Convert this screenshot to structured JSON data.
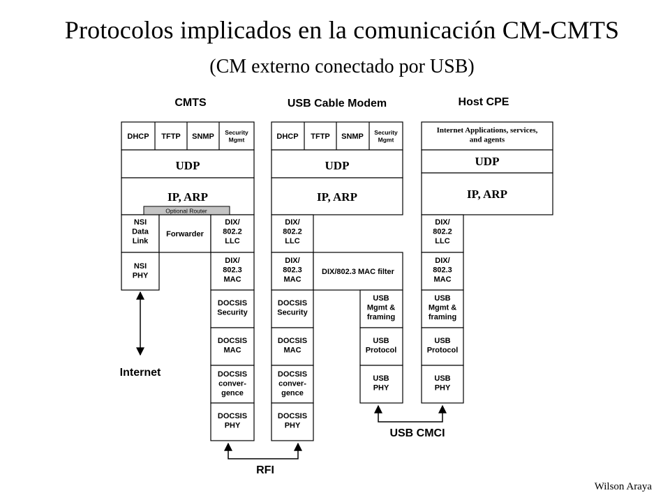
{
  "title": "Protocolos implicados en la comunicación CM-CMTS",
  "subtitle": "(CM externo conectado por USB)",
  "author": "Wilson Araya",
  "columns": {
    "cmts": "CMTS",
    "cm": "USB Cable Modem",
    "host": "Host CPE"
  },
  "cmts": {
    "apps": [
      "DHCP",
      "TFTP",
      "SNMP",
      "Security\nMgmt"
    ],
    "udp": "UDP",
    "ip": "IP, ARP",
    "router": "Optional Router",
    "nsi_datalink": "NSI\nData\nLink",
    "forwarder": "Forwarder",
    "llc": "DIX/\n802.2\nLLC",
    "nsi_phy": "NSI\nPHY",
    "mac": "DIX/\n802.3\nMAC",
    "docsis_security": "DOCSIS\nSecurity",
    "docsis_mac": "DOCSIS\nMAC",
    "docsis_conv": "DOCSIS\nconver-\ngence",
    "docsis_phy": "DOCSIS\nPHY"
  },
  "cm": {
    "apps": [
      "DHCP",
      "TFTP",
      "SNMP",
      "Security\nMgmt"
    ],
    "udp": "UDP",
    "ip": "IP, ARP",
    "llc": "DIX/\n802.2\nLLC",
    "mac": "DIX/\n802.3\nMAC",
    "mac_filter": "DIX/802.3 MAC filter",
    "docsis_security": "DOCSIS\nSecurity",
    "docsis_mac": "DOCSIS\nMAC",
    "docsis_conv": "DOCSIS\nconver-\ngence",
    "docsis_phy": "DOCSIS\nPHY",
    "usb_mgmt": "USB\nMgmt  &\nframing",
    "usb_protocol": "USB\nProtocol",
    "usb_phy": "USB\nPHY"
  },
  "host": {
    "apps": "Internet Applications, services,\nand agents",
    "udp": "UDP",
    "ip": "IP, ARP",
    "llc": "DIX/\n802.2\nLLC",
    "mac": "DIX/\n802.3\nMAC",
    "usb_mgmt": "USB\nMgmt  &\nframing",
    "usb_protocol": "USB\nProtocol",
    "usb_phy": "USB\nPHY"
  },
  "links": {
    "internet": "Internet",
    "rfi": "RFI",
    "usb_cmci": "USB CMCI"
  }
}
